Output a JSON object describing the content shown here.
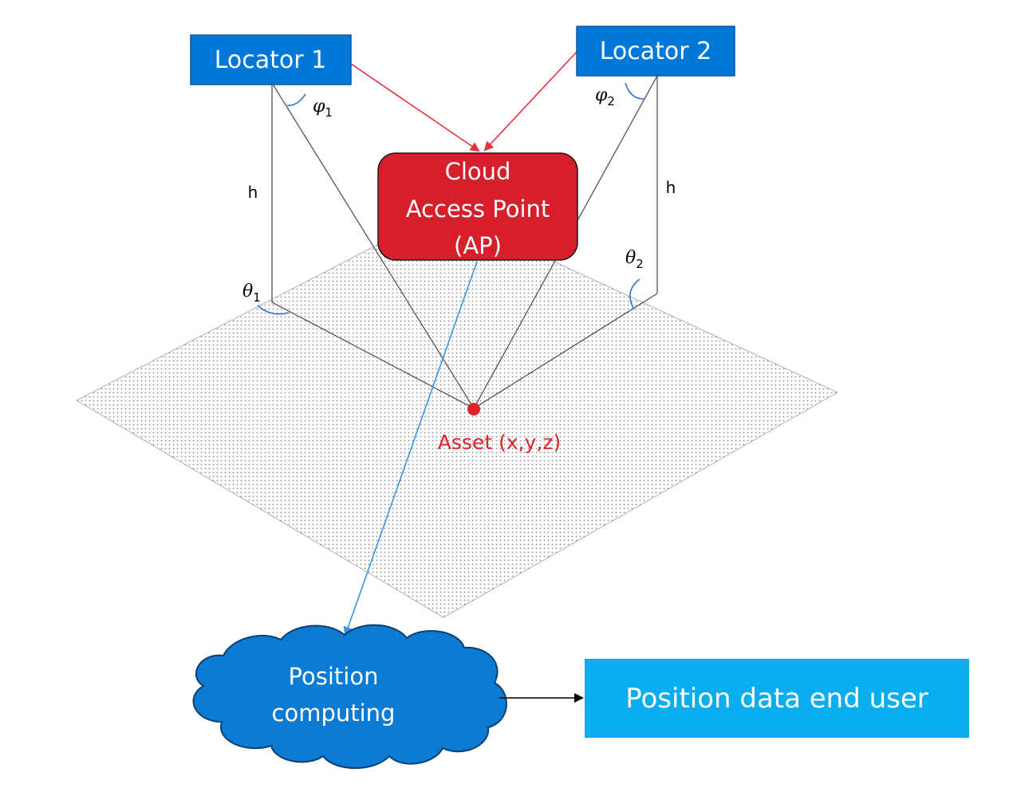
{
  "locators": [
    {
      "label": "Locator 1",
      "azimuth_symbol": "φ",
      "azimuth_sub": "1",
      "elevation_symbol": "θ",
      "elevation_sub": "1",
      "height_label": "h"
    },
    {
      "label": "Locator 2",
      "azimuth_symbol": "φ",
      "azimuth_sub": "2",
      "elevation_symbol": "θ",
      "elevation_sub": "2",
      "height_label": "h"
    }
  ],
  "access_point": {
    "line1": "Cloud",
    "line2": "Access Point",
    "line3": "(AP)"
  },
  "asset": {
    "label": "Asset (x,y,z)"
  },
  "cloud": {
    "line1": "Position",
    "line2": "computing"
  },
  "end_user": {
    "label": "Position data end user"
  },
  "colors": {
    "locator_box": "#0078d7",
    "access_point": "#d61f2b",
    "asset": "#e0202a",
    "cloud": "#0b7bd4",
    "end_user": "#0aaeef",
    "signal_arrow": "#e8303c",
    "data_arrow": "#3a95e0"
  }
}
